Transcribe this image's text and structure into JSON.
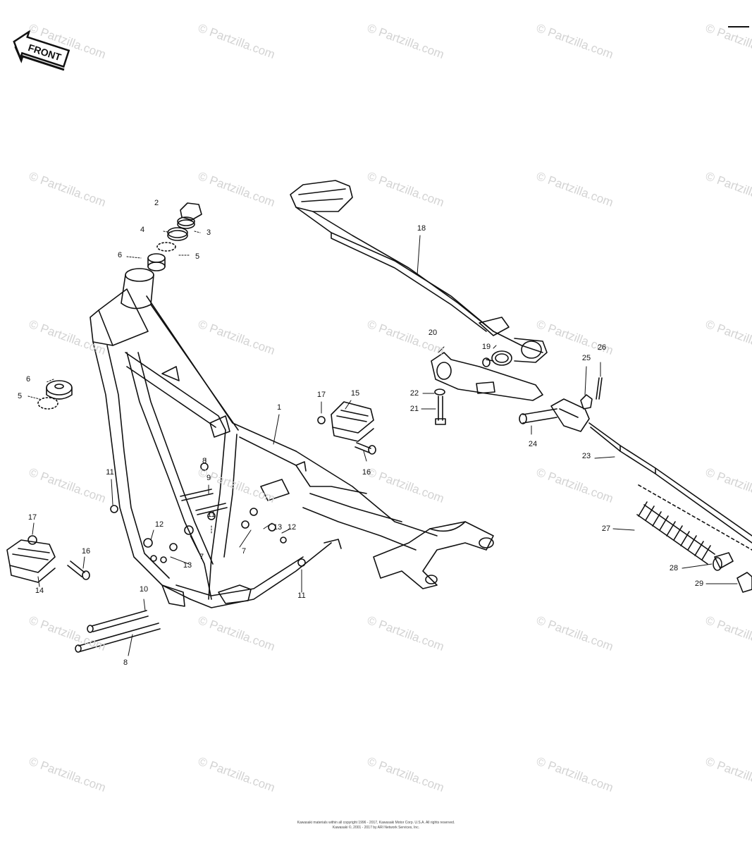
{
  "front_label": "FRONT",
  "watermark": "© Partzilla.com",
  "callouts": [
    {
      "id": "c1",
      "text": "1"
    },
    {
      "id": "c2",
      "text": "2"
    },
    {
      "id": "c3",
      "text": "3"
    },
    {
      "id": "c4",
      "text": "4"
    },
    {
      "id": "c5a",
      "text": "5"
    },
    {
      "id": "c5b",
      "text": "5"
    },
    {
      "id": "c6a",
      "text": "6"
    },
    {
      "id": "c6b",
      "text": "6"
    },
    {
      "id": "c7a",
      "text": "7"
    },
    {
      "id": "c7b",
      "text": "7"
    },
    {
      "id": "c8a",
      "text": "8"
    },
    {
      "id": "c8b",
      "text": "8"
    },
    {
      "id": "c9",
      "text": "9"
    },
    {
      "id": "c10",
      "text": "10"
    },
    {
      "id": "c11a",
      "text": "11"
    },
    {
      "id": "c11b",
      "text": "11"
    },
    {
      "id": "c11c",
      "text": "11"
    },
    {
      "id": "c12a",
      "text": "12"
    },
    {
      "id": "c12b",
      "text": "12"
    },
    {
      "id": "c13a",
      "text": "13"
    },
    {
      "id": "c13b",
      "text": "13"
    },
    {
      "id": "c14",
      "text": "14"
    },
    {
      "id": "c15",
      "text": "15"
    },
    {
      "id": "c16a",
      "text": "16"
    },
    {
      "id": "c16b",
      "text": "16"
    },
    {
      "id": "c17a",
      "text": "17"
    },
    {
      "id": "c17b",
      "text": "17"
    },
    {
      "id": "c18",
      "text": "18"
    },
    {
      "id": "c19",
      "text": "19"
    },
    {
      "id": "c20",
      "text": "20"
    },
    {
      "id": "c21",
      "text": "21"
    },
    {
      "id": "c22",
      "text": "22"
    },
    {
      "id": "c23",
      "text": "23"
    },
    {
      "id": "c24",
      "text": "24"
    },
    {
      "id": "c25",
      "text": "25"
    },
    {
      "id": "c26",
      "text": "26"
    },
    {
      "id": "c27",
      "text": "27"
    },
    {
      "id": "c28",
      "text": "28"
    },
    {
      "id": "c29",
      "text": "29"
    }
  ],
  "footer": {
    "line1": "Kawasaki materials within all copyright 1996 - 2017, Kawasaki Motor Corp. U.S.A. All rights reserved.",
    "line2": "Kawasaki ©, 2001 - 2017 by ARI Network Services, Inc."
  },
  "colors": {
    "ink": "#111111",
    "watermark": "#d3d3d3",
    "background": "#ffffff"
  }
}
